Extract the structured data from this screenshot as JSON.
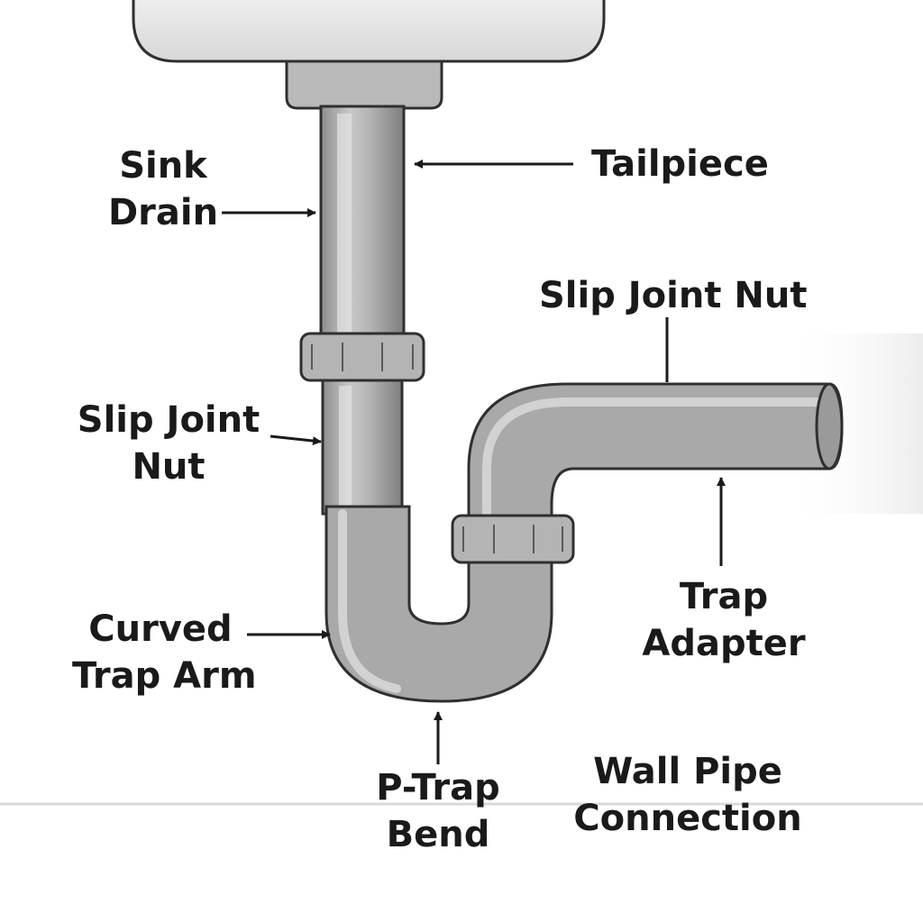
{
  "labels": {
    "sink_drain": [
      "Sink",
      "Drain"
    ],
    "tailpiece": "Tailpiece",
    "slip_joint_nut_top": "Slip Joint Nut",
    "slip_joint_nut_left": [
      "Slip Joint",
      "Nut"
    ],
    "curved_trap_arm": [
      "Curved",
      "Trap Arm"
    ],
    "trap_adapter": [
      "Trap",
      "Adapter"
    ],
    "p_trap_bend": [
      "P-Trap",
      "Bend"
    ],
    "wall_pipe_connection": [
      "Wall Pipe",
      "Connection"
    ]
  },
  "colors": {
    "outline": "#2f2f2f",
    "pipe": "#a9a9a9",
    "pipe_highlight": "#d4d4d4",
    "sink": "#e6e6e6",
    "floor": "#d9d9d9",
    "text": "#1a1a1a"
  }
}
